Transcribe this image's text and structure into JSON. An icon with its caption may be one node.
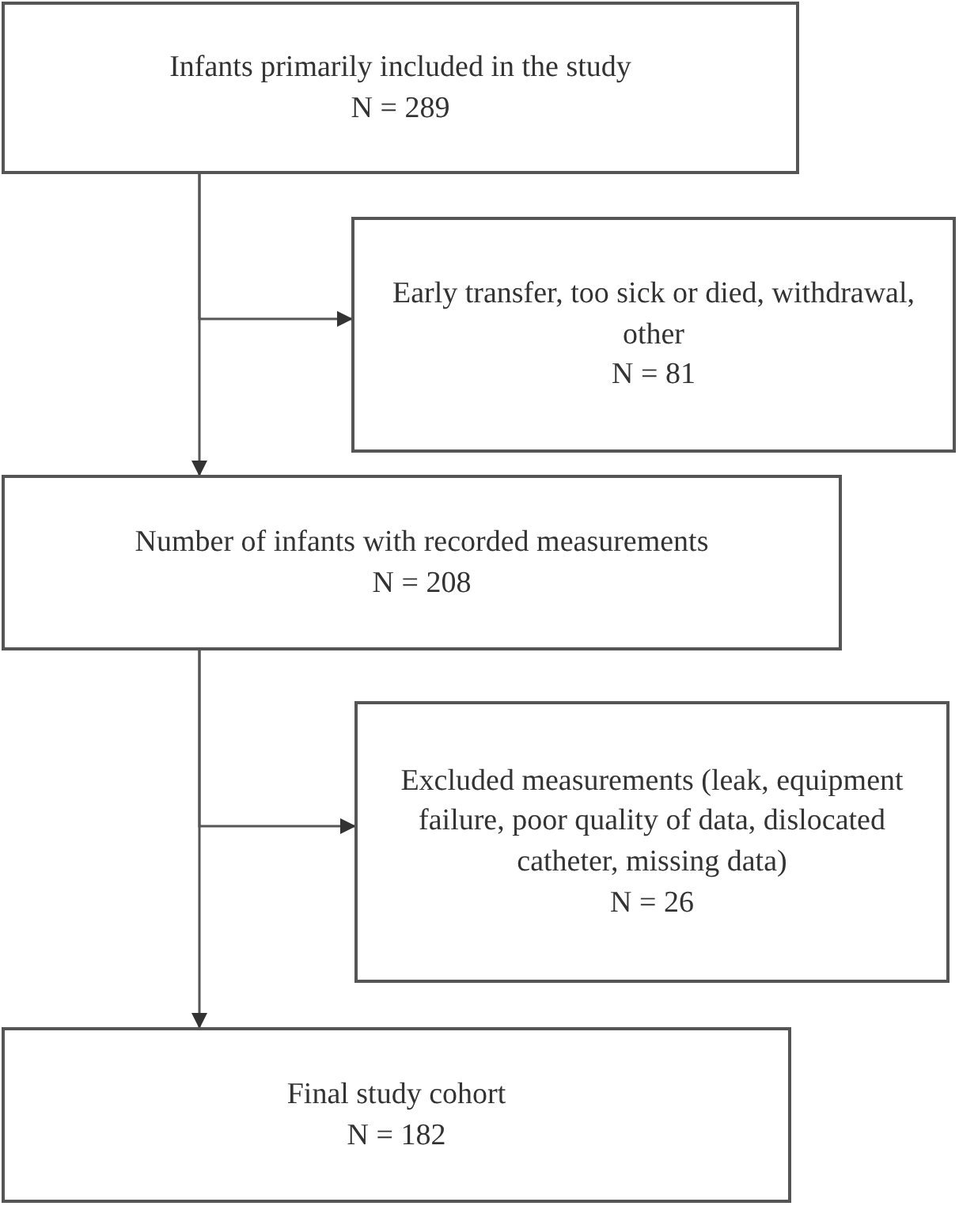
{
  "diagram": {
    "nodes": [
      {
        "text": [
          "Infants primarily included in the study",
          "N = 289"
        ]
      },
      {
        "text": [
          "Early transfer, too sick or died, withdrawal, other",
          "N = 81"
        ]
      },
      {
        "text": [
          "Number of infants with recorded measurements N = 208"
        ]
      },
      {
        "text": [
          "Excluded measurements (leak, equipment failure, poor quality of data, dislocated catheter, missing data)",
          "N = 26"
        ]
      },
      {
        "text": [
          "Final study cohort",
          "N = 182"
        ]
      }
    ],
    "edges": [
      {
        "from": 0,
        "to": 1,
        "arrow": "to"
      },
      {
        "from": 0,
        "to": 2,
        "arrow": "to"
      },
      {
        "from": 2,
        "to": 3,
        "arrow": "to"
      },
      {
        "from": 2,
        "to": 4,
        "arrow": "to"
      }
    ]
  }
}
